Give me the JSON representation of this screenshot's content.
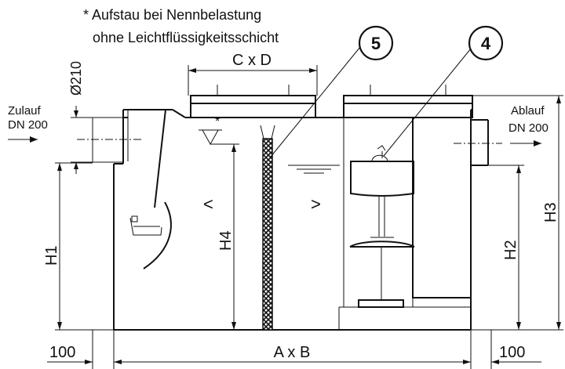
{
  "note": {
    "line1": "* Aufstau bei Nennbelastung",
    "line2": "ohne Leichtflüssigkeitsschicht"
  },
  "inlet": {
    "name": "Zulauf",
    "size": "DN 200"
  },
  "outlet": {
    "name": "Ablauf",
    "size": "DN 200"
  },
  "dimensions": {
    "cover_opening": "C x D",
    "pipe_diameter": "Ø210",
    "h1": "H1",
    "h2": "H2",
    "h3": "H3",
    "h4": "H4",
    "base": "A x B",
    "left_clearance": "100",
    "right_clearance": "100"
  },
  "callouts": {
    "coalescence_filter": "5",
    "float_closure": "4"
  },
  "symbols": {
    "water_level_star": "*",
    "flow_left": "<",
    "flow_right": ">"
  }
}
